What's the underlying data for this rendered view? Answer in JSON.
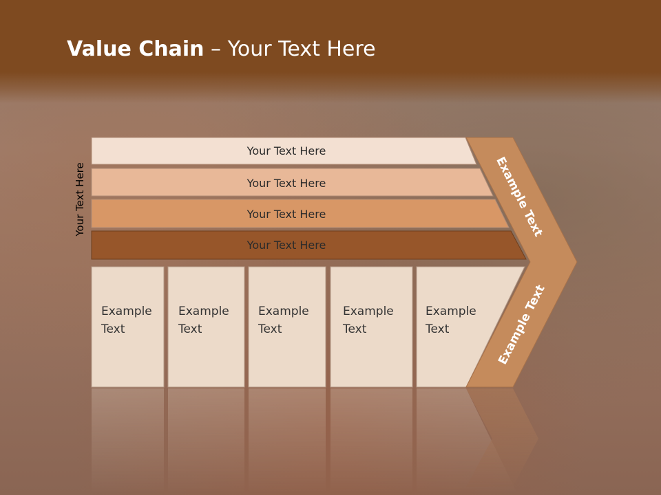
{
  "title": {
    "bold": "Value Chain",
    "rest": " – Your Text Here"
  },
  "side_label": "Your Text Here",
  "bars": [
    {
      "label": "Your Text Here",
      "color": "#f3e0d2"
    },
    {
      "label": "Your Text Here",
      "color": "#e8b898"
    },
    {
      "label": "Your Text Here",
      "color": "#d89766"
    },
    {
      "label": "Your Text Here",
      "color": "#97562a"
    }
  ],
  "boxes": [
    {
      "line1": "Example",
      "line2": "Text"
    },
    {
      "line1": "Example",
      "line2": "Text"
    },
    {
      "line1": "Example",
      "line2": "Text"
    },
    {
      "line1": "Example",
      "line2": "Text"
    },
    {
      "line1": "Example",
      "line2": "Text"
    }
  ],
  "chevron": {
    "top_text": "Example Text",
    "bottom_text": "Example Text",
    "color": "#c58b5c"
  },
  "colors": {
    "header": "#7e4a20",
    "box_fill": "#ecdac9"
  }
}
